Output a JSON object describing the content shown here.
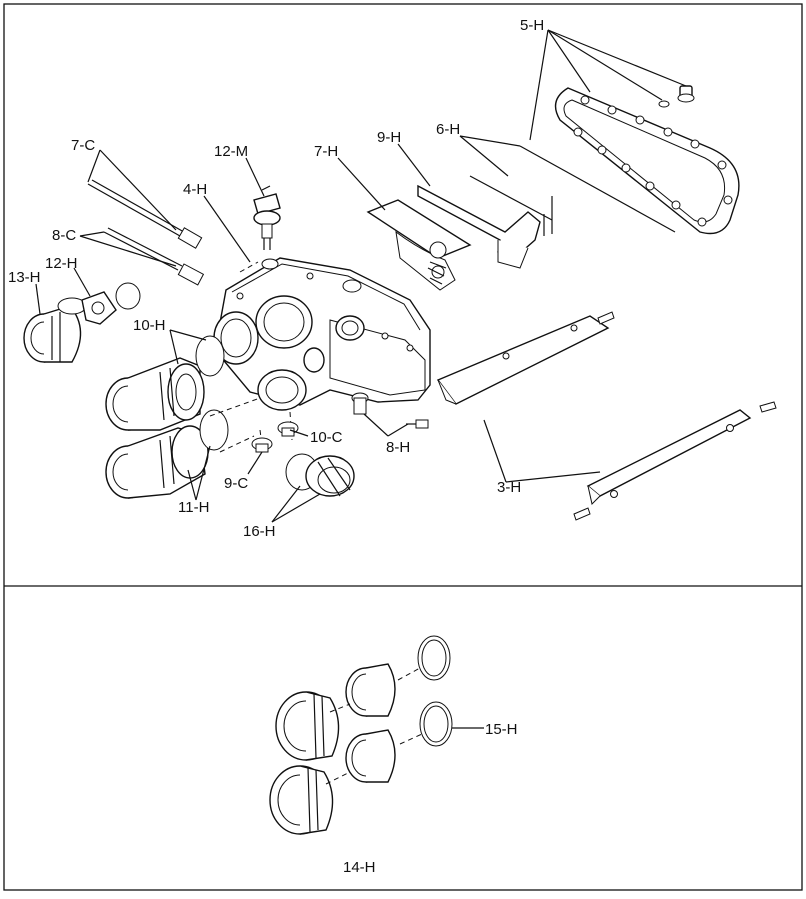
{
  "labels": {
    "l_5H": "5-H",
    "l_12M": "12-M",
    "l_7H": "7-H",
    "l_9H": "9-H",
    "l_6H": "6-H",
    "l_7C": "7-C",
    "l_4H": "4-H",
    "l_8C": "8-C",
    "l_12H": "12-H",
    "l_13H": "13-H",
    "l_10H": "10-H",
    "l_10C": "10-C",
    "l_8H": "8-H",
    "l_3H": "3-H",
    "l_9C": "9-C",
    "l_11H": "11-H",
    "l_16H": "16-H",
    "l_15H": "15-H",
    "l_14H": "14-H"
  }
}
